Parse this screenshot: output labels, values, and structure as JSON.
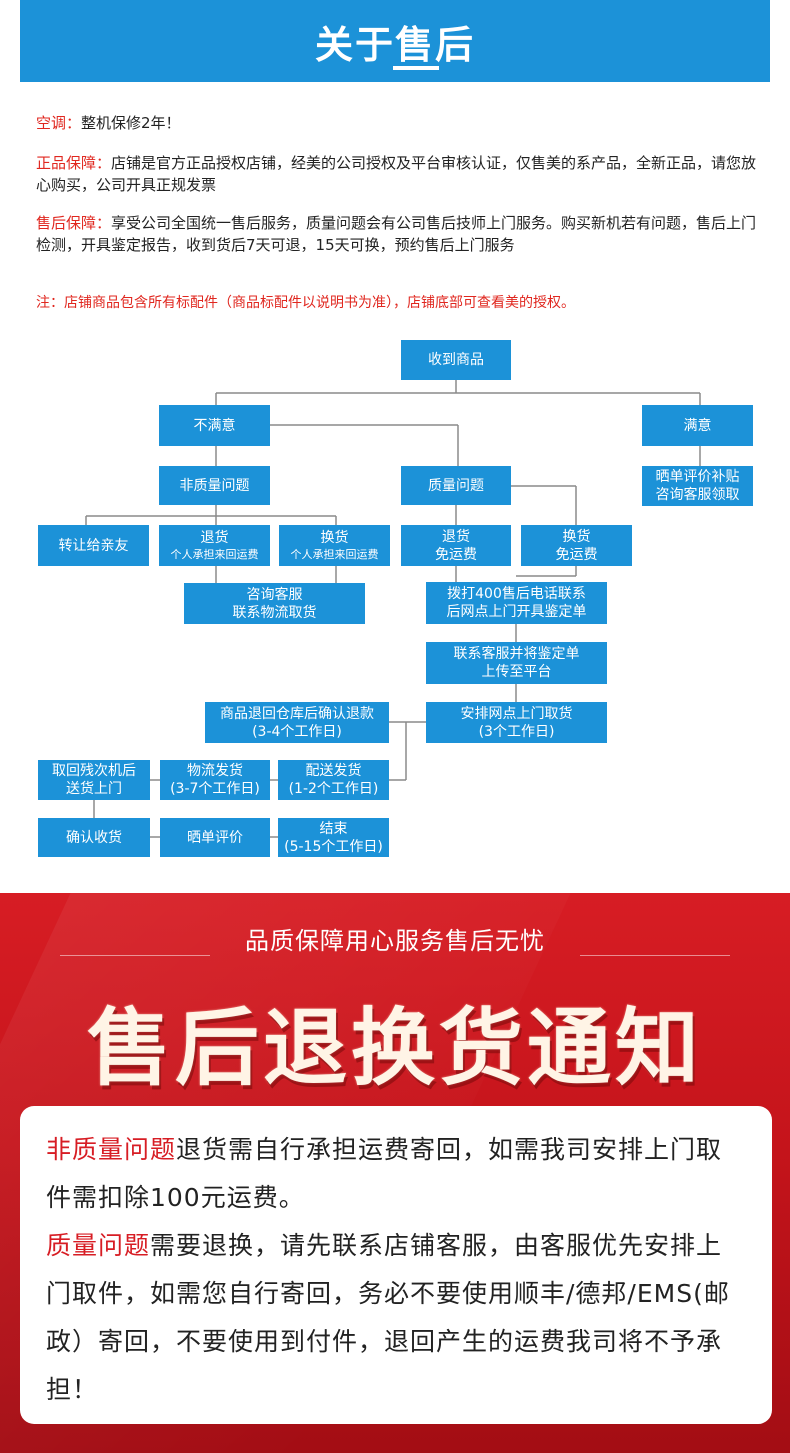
{
  "header": {
    "title": "关于售后"
  },
  "sections": {
    "aircon": {
      "label": "空调：",
      "text": "整机保修2年！"
    },
    "genuine": {
      "label": "正品保障：",
      "text": "店铺是官方正品授权店铺，经美的公司授权及平台审核认证，仅售美的系产品，全新正品，请您放心购买，公司开具正规发票"
    },
    "aftersale": {
      "label": "售后保障：",
      "text": "享受公司全国统一售后服务，质量问题会有公司售后技师上门服务。购买新机若有问题，售后上门检测，开具鉴定报告，收到货后7天可退，15天可换，预约售后上门服务"
    },
    "note": "注：店铺商品包含所有标配件（商品标配件以说明书为准），店铺底部可查看美的授权。"
  },
  "flow": {
    "receive": "收到商品",
    "unsatisfied": "不满意",
    "satisfied": "满意",
    "nonquality": "非质量问题",
    "quality": "质量问题",
    "review_bonus_1": "晒单评价补贴",
    "review_bonus_2": "咨询客服领取",
    "transfer": "转让给亲友",
    "nq_return": "退货",
    "nq_return_sub": "个人承担来回运费",
    "nq_exchange": "换货",
    "nq_exchange_sub": "个人承担来回运费",
    "q_return": "退货",
    "q_return_sub": "免运费",
    "q_exchange": "换货",
    "q_exchange_sub": "免运费",
    "consult_1": "咨询客服",
    "consult_2": "联系物流取货",
    "dial_1": "拨打400售后电话联系",
    "dial_2": "后网点上门开具鉴定单",
    "contact_1": "联系客服并将鉴定单",
    "contact_2": "上传至平台",
    "refund_1": "商品退回仓库后确认退款",
    "refund_2": "(3-4个工作日)",
    "pickup_1": "安排网点上门取货",
    "pickup_2": "(3个工作日)",
    "retrieve_1": "取回残次机后",
    "retrieve_2": "送货上门",
    "logistics_1": "物流发货",
    "logistics_2": "(3-7个工作日)",
    "delivery_1": "配送发货",
    "delivery_2": "(1-2个工作日)",
    "confirm": "确认收货",
    "review": "晒单评价",
    "end_1": "结束",
    "end_2": "(5-15个工作日)"
  },
  "promo": {
    "slogan": "品质保障用心服务售后无忧",
    "title": "售后退换货通知",
    "nonquality_label": "非质量问题",
    "nonquality_text": "退货需自行承担运费寄回，如需我司安排上门取件需扣除100元运费。",
    "quality_label": "质量问题",
    "quality_text": "需要退换，请先联系店铺客服，由客服优先安排上门取件，如需您自行寄回，务必不要使用顺丰/德邦/EMS(邮政）寄回，不要使用到付件，退回产生的运费我司将不予承担！"
  },
  "colors": {
    "blue": "#1c92d8",
    "red": "#e0271f",
    "line": "#8a8a8a"
  }
}
